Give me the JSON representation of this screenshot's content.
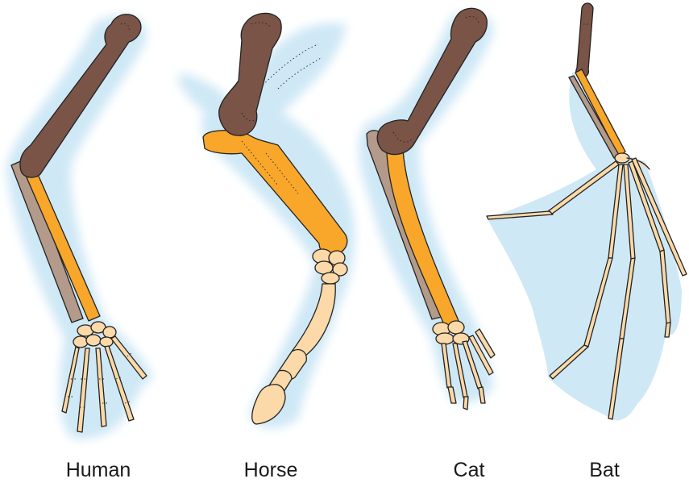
{
  "labels": {
    "human": "Human",
    "horse": "Horse",
    "cat": "Cat",
    "bat": "Bat"
  },
  "colors": {
    "humerus": "#7a5447",
    "radius": "#f8a72b",
    "ulna": "#b39a8a",
    "hand": "#fbd9a8",
    "skin": "#cfe8f6",
    "outline": "#222222"
  }
}
